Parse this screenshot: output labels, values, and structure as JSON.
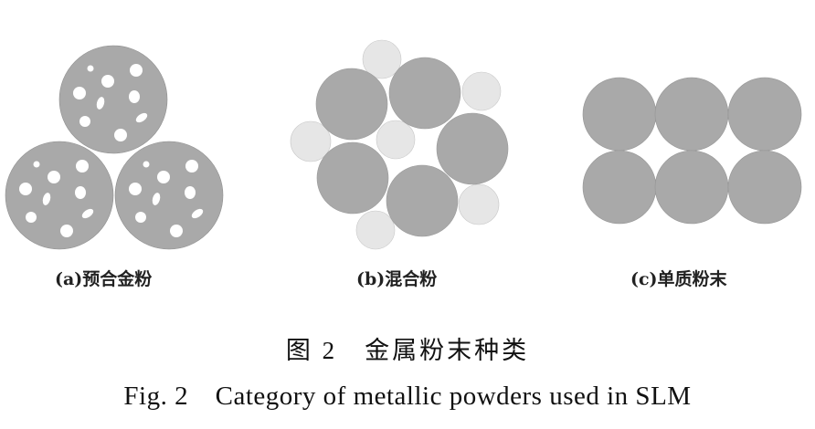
{
  "panels": [
    {
      "label": "(a)预合金粉"
    },
    {
      "label": "(b)混合粉"
    },
    {
      "label": "(c)单质粉末"
    }
  ],
  "caption": {
    "cn": "图 2　金属粉末种类",
    "en": "Fig. 2　Category of metallic powders used in SLM"
  },
  "colors": {
    "particle": "#a9a9a9",
    "small_particle": "#e6e6e6",
    "pore": "#ffffff"
  }
}
